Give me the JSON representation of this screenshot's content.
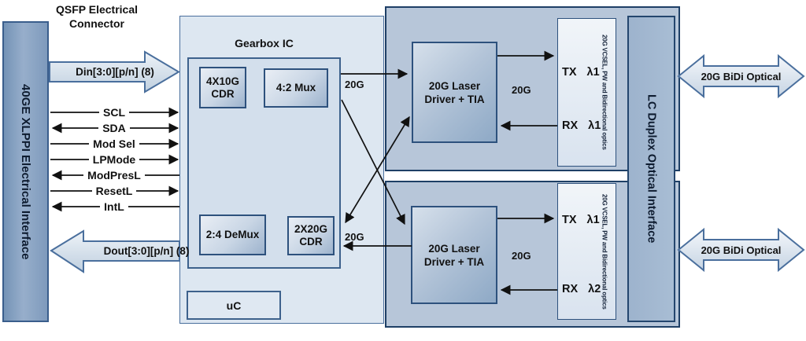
{
  "colors": {
    "line": "#111111",
    "block_border": "#2d517d",
    "container_fill": "#b7c6d9",
    "container_border": "#1e3f66",
    "bar_fill": "#7e9abc",
    "light_fill": "#dde7f1",
    "arrow_fill_top": "#eef3f8",
    "arrow_fill_bottom": "#c2d1e1",
    "arrow_border": "#4a6f9d"
  },
  "title": {
    "line1": "QSFP Electrical",
    "line2": "Connector"
  },
  "left_bar": {
    "label": "40GE XLPPI Electrical Interface"
  },
  "din_arrow": {
    "label": "Din[3:0][p/n] (8)"
  },
  "dout_arrow": {
    "label": "Dout[3:0][p/n] (8)"
  },
  "signals": [
    {
      "name": "SCL",
      "direction": "to-module"
    },
    {
      "name": "SDA",
      "direction": "bidirectional"
    },
    {
      "name": "Mod Sel",
      "direction": "to-module"
    },
    {
      "name": "LPMode",
      "direction": "to-module"
    },
    {
      "name": "ModPresL",
      "direction": "to-host"
    },
    {
      "name": "ResetL",
      "direction": "to-module"
    },
    {
      "name": "IntL",
      "direction": "to-host"
    }
  ],
  "gearbox": {
    "title": "Gearbox IC",
    "cdr_tx": {
      "line1": "4X10G",
      "line2": "CDR"
    },
    "mux": "4:2 Mux",
    "demux": "2:4 DeMux",
    "cdr_rx": {
      "line1": "2X20G",
      "line2": "CDR"
    },
    "uc": "uC"
  },
  "rates": {
    "gearbox_top": "20G",
    "gearbox_bottom": "20G",
    "optical_top": "20G",
    "optical_bottom": "20G"
  },
  "laser_driver_top": {
    "line1": "20G Laser",
    "line2": "Driver + TIA"
  },
  "laser_driver_bottom": {
    "line1": "20G Laser",
    "line2": "Driver + TIA"
  },
  "optics_top": {
    "tx": "TX",
    "tx_wavelength": "λ1",
    "rx": "RX",
    "rx_wavelength": "λ1",
    "label": "20G VCSEL, PW and Bidirectional optics"
  },
  "optics_bottom": {
    "tx": "TX",
    "tx_wavelength": "λ1",
    "rx": "RX",
    "rx_wavelength": "λ2",
    "label": "20G VCSEL, PW and Bidirectional optics"
  },
  "lc_bar": {
    "label": "LC Duplex Optical Interface"
  },
  "bidi_top": {
    "label": "20G BiDi Optical"
  },
  "bidi_bottom": {
    "label": "20G BiDi Optical"
  }
}
